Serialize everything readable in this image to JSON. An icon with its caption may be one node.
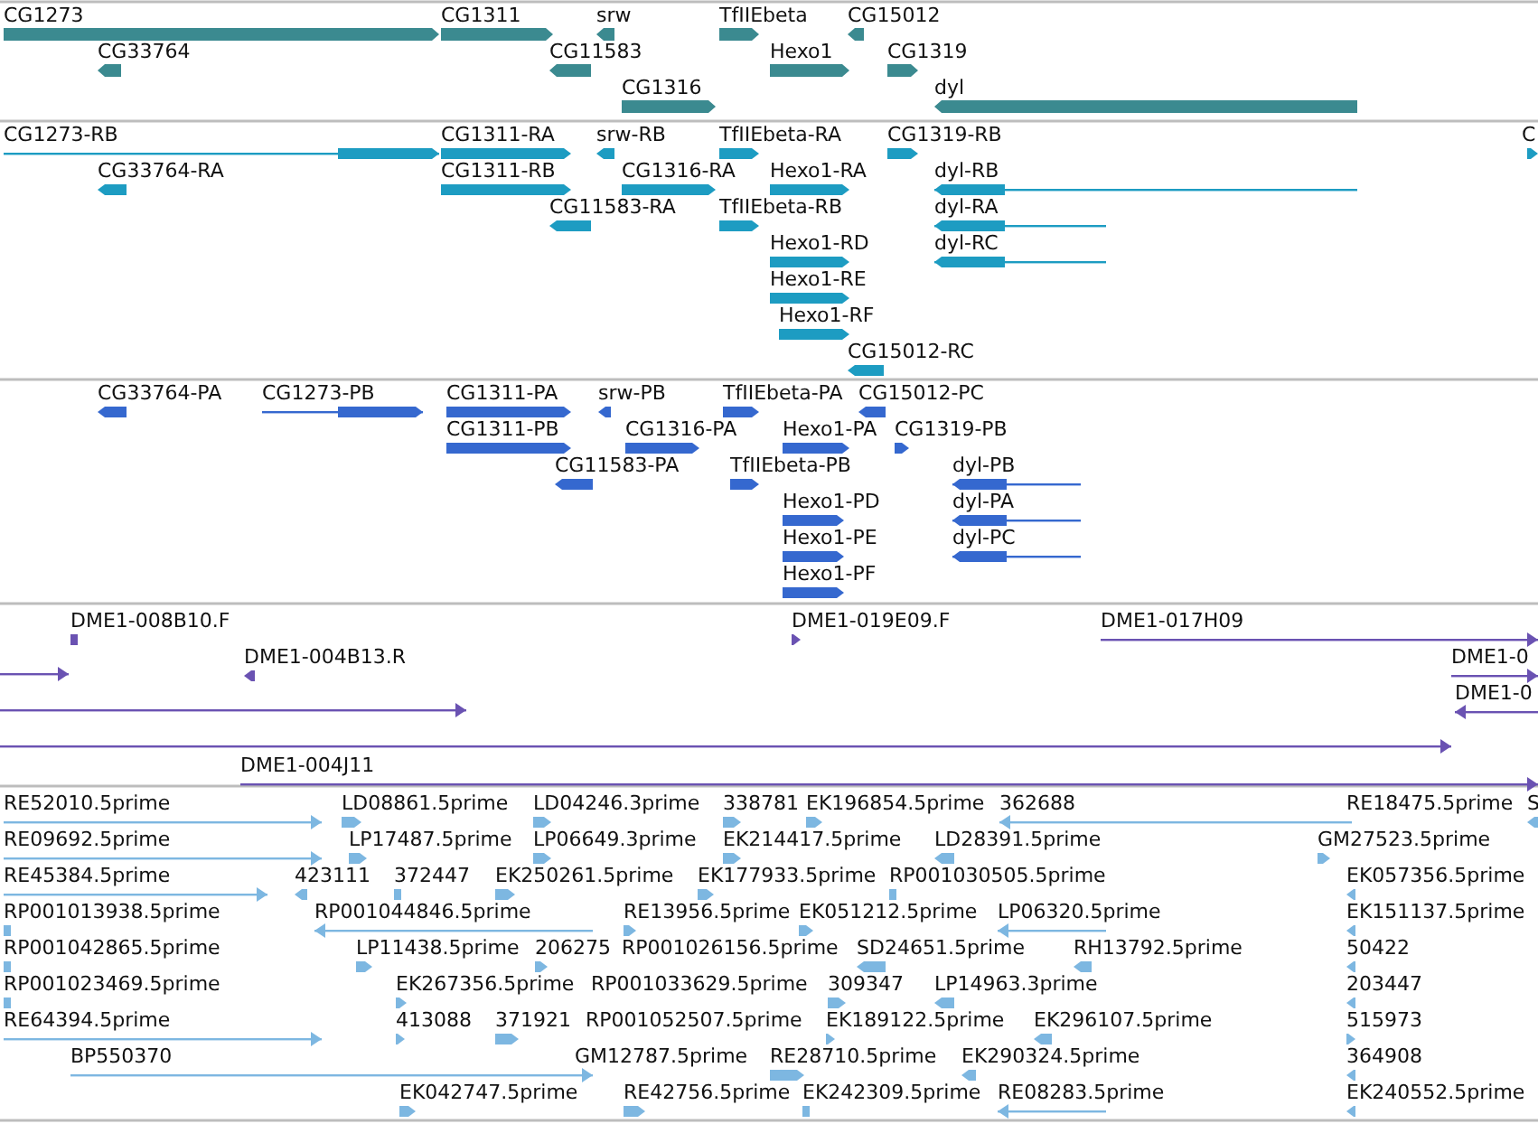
{
  "diagram": {
    "labels": [
      "CG1273",
      "CG1311",
      "srw",
      "TfIIEbeta",
      "CG15012",
      "CG33764",
      "CG11583",
      "Hexo1",
      "CG1319",
      "CG1316",
      "dyl",
      "CG1273-RB",
      "CG1311-RA",
      "srw-RB",
      "TfIIEbeta-RA",
      "CG1319-RB",
      "C",
      "CG33764-RA",
      "CG1311-RB",
      "CG1316-RA",
      "Hexo1-RA",
      "dyl-RB",
      "CG11583-RA",
      "TfIIEbeta-RB",
      "dyl-RA",
      "Hexo1-RD",
      "dyl-RC",
      "Hexo1-RE",
      "Hexo1-RF",
      "CG15012-RC",
      "CG33764-PA",
      "CG1273-PB",
      "CG1311-PA",
      "srw-PB",
      "TfIIEbeta-PA",
      "CG15012-PC",
      "CG1311-PB",
      "CG1316-PA",
      "Hexo1-PA",
      "CG1319-PB",
      "CG11583-PA",
      "TfIIEbeta-PB",
      "dyl-PB",
      "Hexo1-PD",
      "dyl-PA",
      "Hexo1-PE",
      "dyl-PC",
      "Hexo1-PF",
      "DME1-008B10.F",
      "DME1-019E09.F",
      "DME1-017H09",
      "DME1-004B13.R",
      "DME1-0",
      "DME1-0",
      "DME1-004J11",
      "RE52010.5prime",
      "LD08861.5prime",
      "LD04246.3prime",
      "338781",
      "EK196854.5prime",
      "362688",
      "RE18475.5prime",
      "S",
      "RE09692.5prime",
      "LP17487.5prime",
      "LP06649.3prime",
      "EK214417.5prime",
      "LD28391.5prime",
      "GM27523.5prime",
      "RE45384.5prime",
      "423111",
      "372447",
      "EK250261.5prime",
      "EK177933.5prime",
      "RP001030505.5prime",
      "EK057356.5prime",
      "RP001013938.5prime",
      "RP001044846.5prime",
      "RE13956.5prime",
      "EK051212.5prime",
      "LP06320.5prime",
      "EK151137.5prime",
      "RP001042865.5prime",
      "LP11438.5prime",
      "206275",
      "RP001026156.5prime",
      "SD24651.5prime",
      "RH13792.5prime",
      "50422",
      "RP001023469.5prime",
      "EK267356.5prime",
      "RP001033629.5prime",
      "309347",
      "LP14963.3prime",
      "203447",
      "RE64394.5prime",
      "413088",
      "371921",
      "RP001052507.5prime",
      "EK189122.5prime",
      "EK296107.5prime",
      "515973",
      "BP550370",
      "GM12787.5prime",
      "RE28710.5prime",
      "EK290324.5prime",
      "364908",
      "EK042747.5prime",
      "RE42756.5prime",
      "EK242309.5prime",
      "RE08283.5prime",
      "EK240552.5prime"
    ]
  }
}
